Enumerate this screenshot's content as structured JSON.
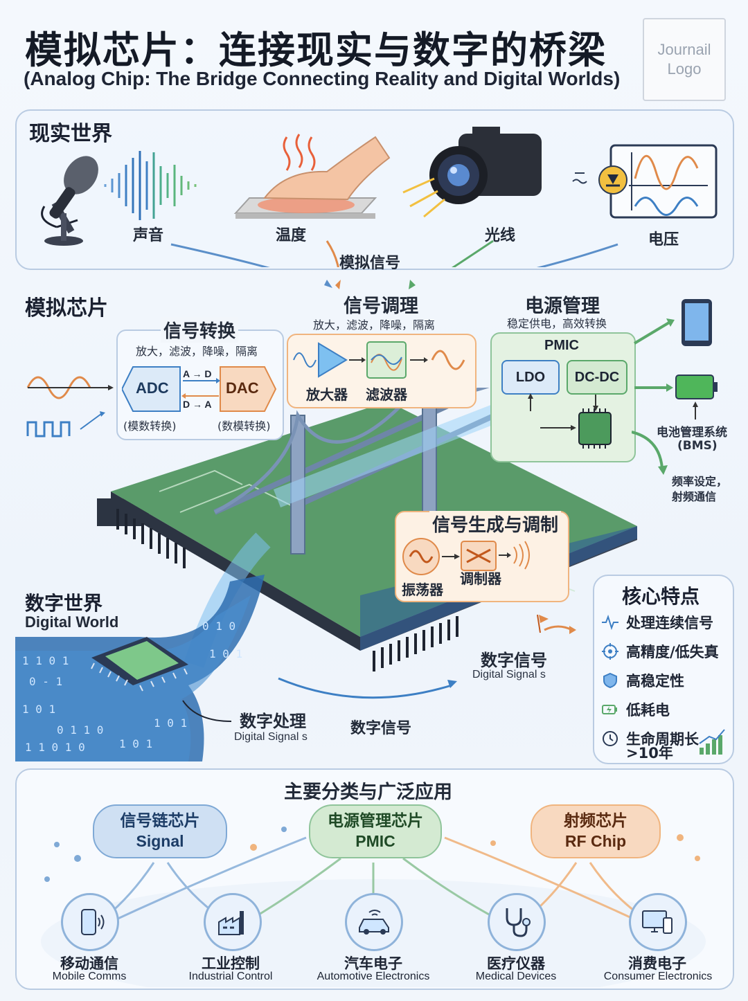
{
  "header": {
    "title_cn": "模拟芯片：连接现实与数字的桥梁",
    "title_en": "(Analog Chip: The Bridge Connecting Reality and Digital Worlds)",
    "logo_text": "Journail Logo"
  },
  "real_world": {
    "label": "现实世界",
    "items": [
      {
        "label": "声音",
        "icon": "microphone-icon"
      },
      {
        "label": "温度",
        "icon": "hand-heat-icon"
      },
      {
        "label": "光线",
        "icon": "camera-icon"
      },
      {
        "label": "电压",
        "icon": "voltage-scope-icon"
      }
    ],
    "flow_label": "模拟信号"
  },
  "analog_chip": {
    "label": "模拟芯片",
    "conversion": {
      "title": "信号转换",
      "desc": "放大，滤波，降噪，隔离",
      "adc": "ADC",
      "dac": "DAC",
      "a_to_d": "A → D",
      "d_to_a": "D → A",
      "adc_caption": "(模数转换)",
      "dac_caption": "(数模转换)"
    },
    "conditioning": {
      "title": "信号调理",
      "desc": "放大，滤波，降噪，隔离",
      "amplifier": "放大器",
      "filter": "滤波器"
    },
    "power": {
      "title": "电源管理",
      "desc": "稳定供电，高效转换",
      "pmic": "PMIC",
      "ldo": "LDO",
      "dcdc": "DC-DC",
      "bms": "电池管理系统\n(BMS)",
      "bms_line1": "电池管理系统",
      "bms_line2": "(BMS)",
      "rf_line1": "频率设定，",
      "rf_line2": "射频通信"
    },
    "generation": {
      "title": "信号生成与调制",
      "oscillator": "振荡器",
      "modulator": "调制器"
    }
  },
  "digital_world": {
    "label_cn": "数字世界",
    "label_en": "Digital World",
    "processing_cn": "数字处理",
    "processing_en": "Digital Signal s",
    "signal_cn": "数字信号",
    "signal_right_cn": "数字信号",
    "signal_right_en": "Digital Signal s"
  },
  "features": {
    "title": "核心特点",
    "items": [
      {
        "label": "处理连续信号",
        "icon": "pulse-icon"
      },
      {
        "label": "高精度/低失真",
        "icon": "target-icon"
      },
      {
        "label": "高稳定性",
        "icon": "shield-icon"
      },
      {
        "label": "低耗电",
        "icon": "battery-bolt-icon"
      },
      {
        "label": "生命周期长",
        "icon": "clock-icon"
      }
    ],
    "lifecycle_suffix": ">10年"
  },
  "categories": {
    "title": "主要分类与广泛应用",
    "chips": [
      {
        "cn": "信号链芯片",
        "en": "Signal",
        "color": "#5b8fc9"
      },
      {
        "cn": "电源管理芯片",
        "en": "PMIC",
        "color": "#5aa86a"
      },
      {
        "cn": "射频芯片",
        "en": "RF Chip",
        "color": "#e08a4a"
      }
    ],
    "apps": [
      {
        "cn": "移动通信",
        "en": "Mobile Comms",
        "icon": "phone-icon"
      },
      {
        "cn": "工业控制",
        "en": "Industrial Control",
        "icon": "factory-icon"
      },
      {
        "cn": "汽车电子",
        "en": "Automotive Electronics",
        "icon": "car-icon"
      },
      {
        "cn": "医疗仪器",
        "en": "Medical Devices",
        "icon": "stethoscope-icon"
      },
      {
        "cn": "消费电子",
        "en": "Consumer Electronics",
        "icon": "monitor-icon"
      }
    ]
  },
  "colors": {
    "accent_blue": "#3d7fc4",
    "accent_green": "#5aa86a",
    "accent_orange": "#e08a4a",
    "panel_border": "#b9cbe2"
  }
}
